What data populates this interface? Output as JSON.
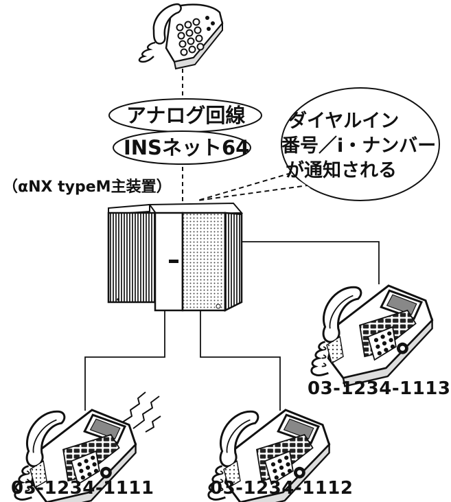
{
  "lines": {
    "analog": "アナログ回線",
    "ins": "INSネット64"
  },
  "callout": {
    "line1": "ダイヤルイン",
    "line2": "番号／i・ナンバー",
    "line3": "が通知される"
  },
  "pbx": {
    "label": "（αNX typeM主装置）"
  },
  "phones": {
    "p1": "03-1234-1111",
    "p2": "03-1234-1112",
    "p3": "03-1234-1113"
  },
  "colors": {
    "stroke": "#111111",
    "fill": "#ffffff",
    "mesh": "#2a2a2a"
  }
}
